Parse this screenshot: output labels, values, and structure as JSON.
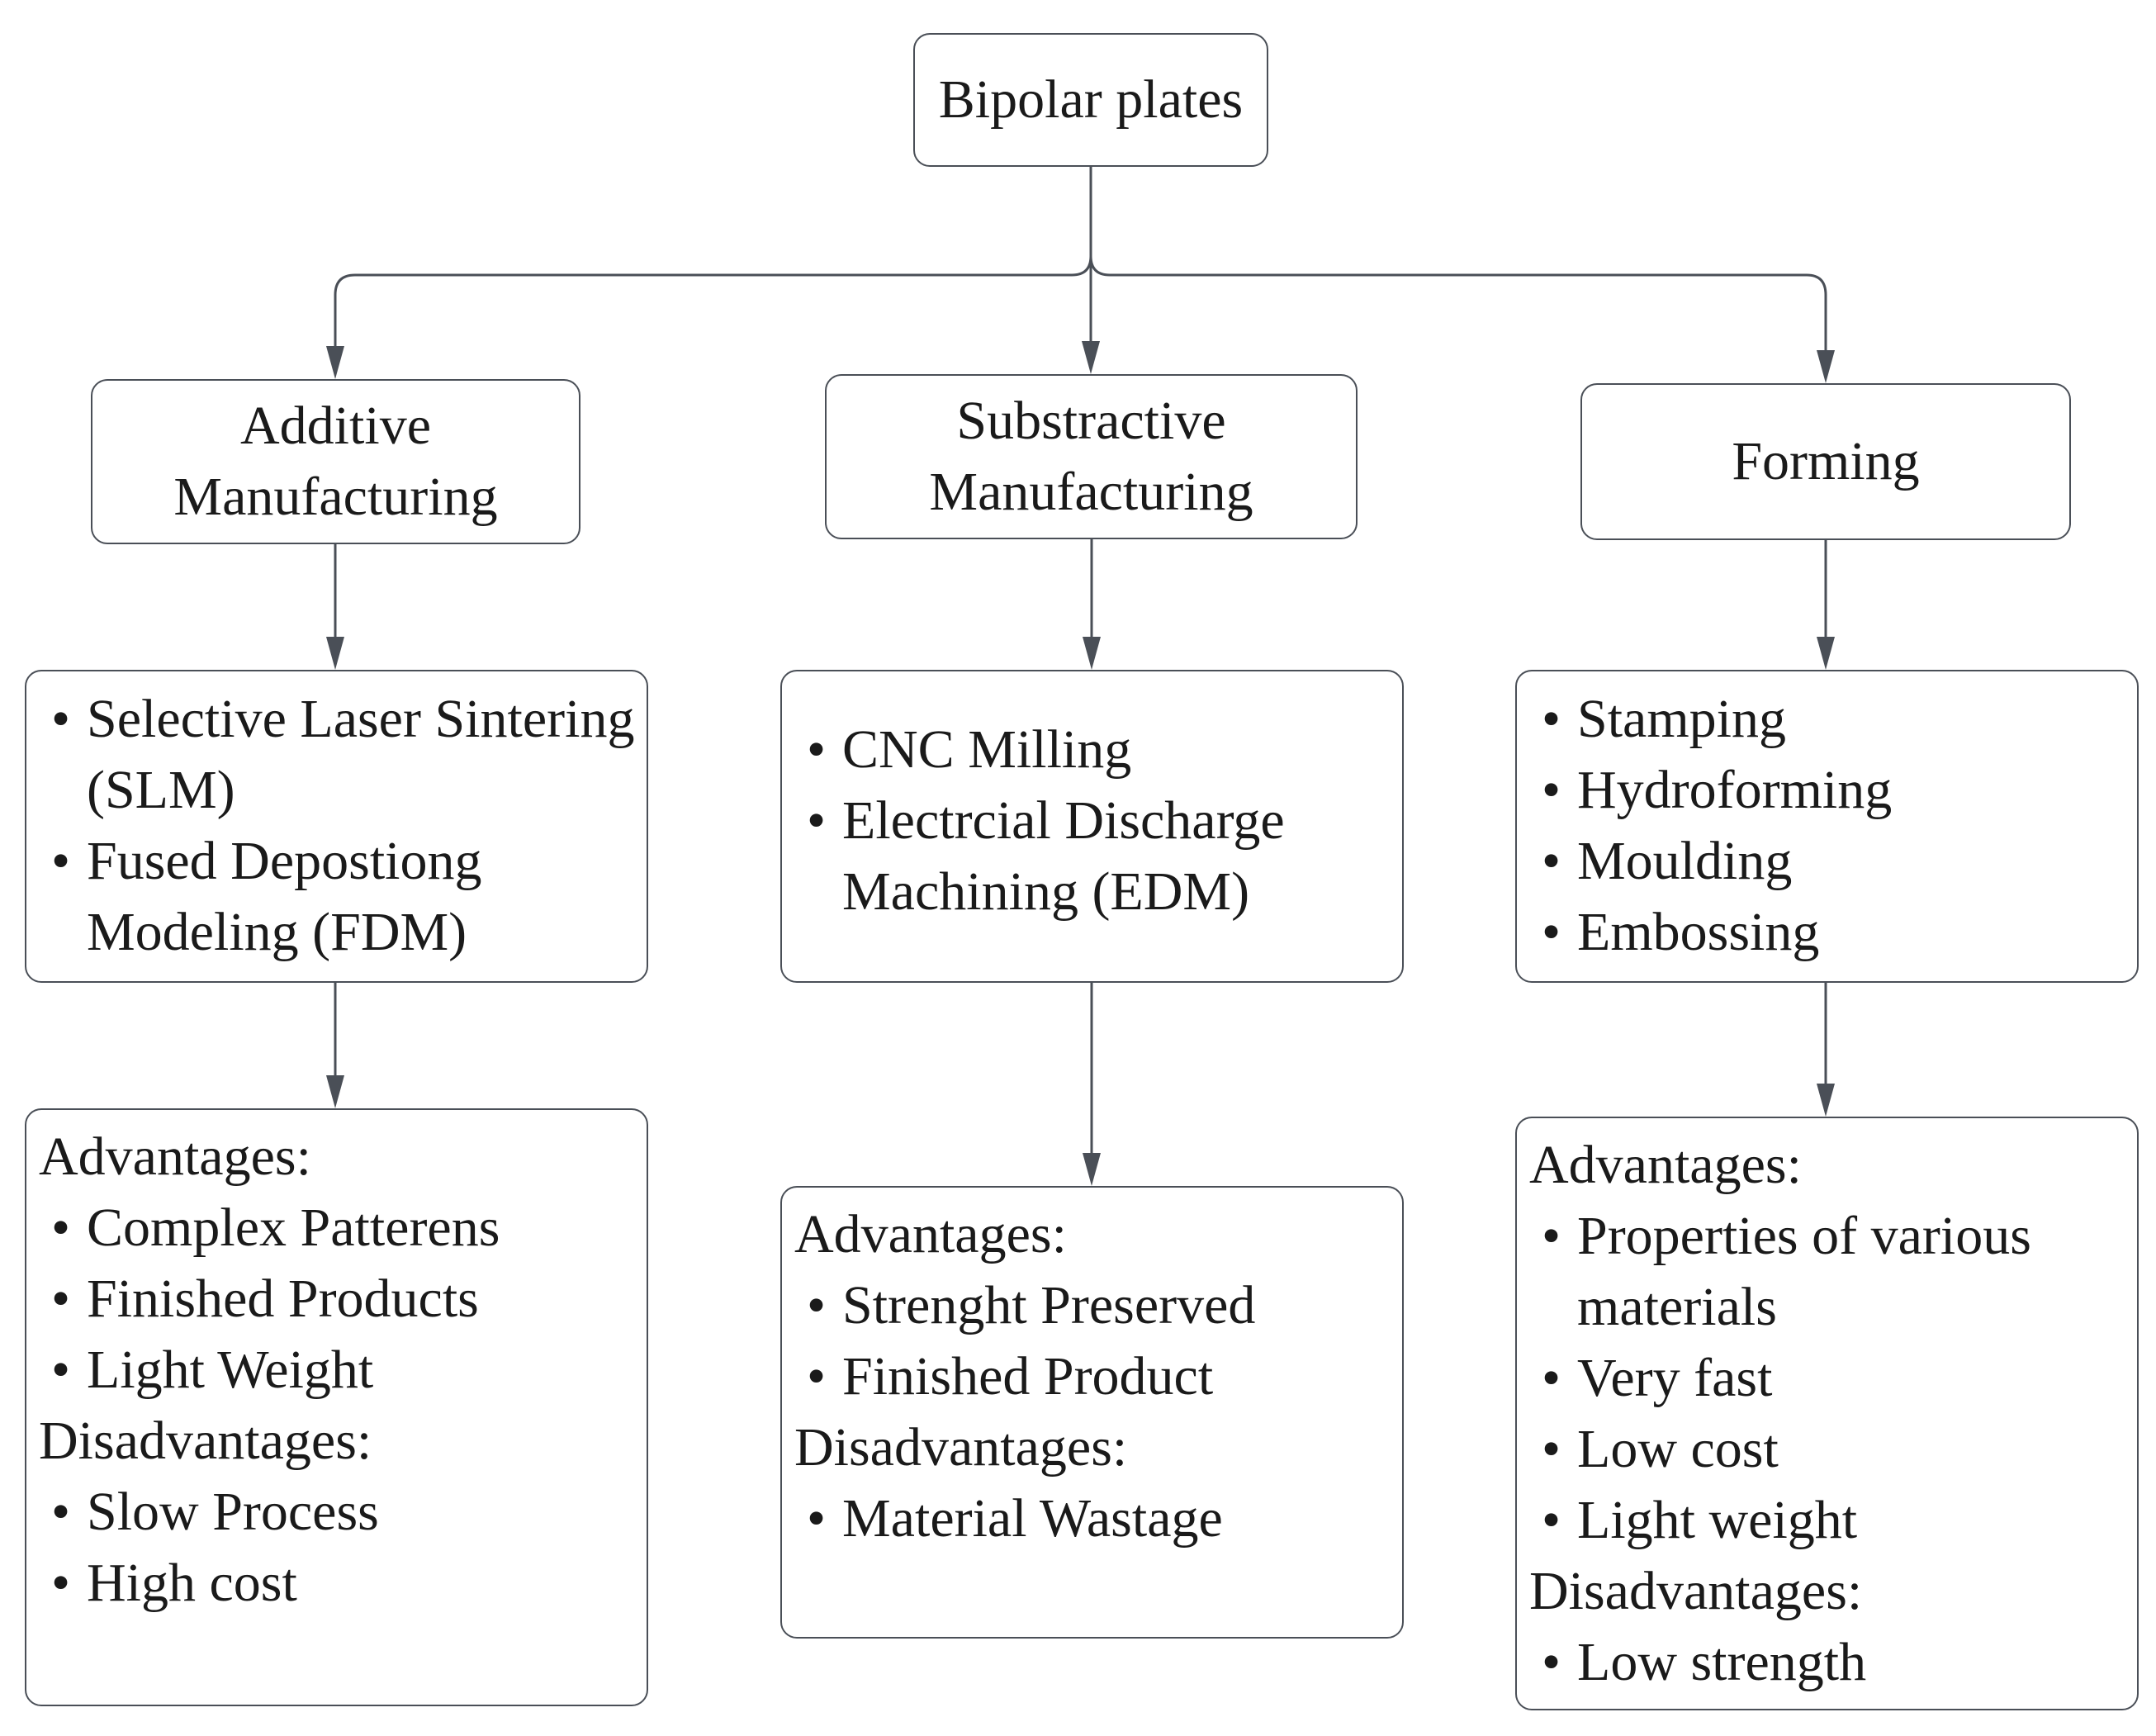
{
  "root": {
    "label": "Bipolar plates"
  },
  "columns": [
    {
      "title": [
        "Additive",
        "Manufacturing"
      ],
      "methods": [
        "Selective Laser Sintering (SLM)",
        "Fused Depostiong Modeling (FDM)"
      ],
      "advantages_label": "Advantages:",
      "advantages": [
        "Complex Patterens",
        "Finished Products",
        "Light Weight"
      ],
      "disadvantages_label": "Disadvantages:",
      "disadvantages": [
        "Slow Process",
        "High cost"
      ]
    },
    {
      "title": [
        "Substractive",
        "Manufacturing"
      ],
      "methods": [
        "CNC Milling",
        "Electrcial Discharge Machining (EDM)"
      ],
      "advantages_label": "Advantages:",
      "advantages": [
        "Strenght Preserved",
        "Finished Product"
      ],
      "disadvantages_label": "Disadvantages:",
      "disadvantages": [
        "Material Wastage"
      ]
    },
    {
      "title": [
        "Forming"
      ],
      "methods": [
        "Stamping",
        "Hydroforming",
        "Moulding",
        "Embossing"
      ],
      "advantages_label": "Advantages:",
      "advantages": [
        "Properties of various materials",
        "Very fast",
        "Low cost",
        "Light weight"
      ],
      "disadvantages_label": "Disadvantages:",
      "disadvantages": [
        "Low strength"
      ]
    }
  ],
  "colors": {
    "line": "#4a4f57",
    "border": "#4a4f57",
    "text": "#1a1a1a",
    "background": "#ffffff"
  }
}
